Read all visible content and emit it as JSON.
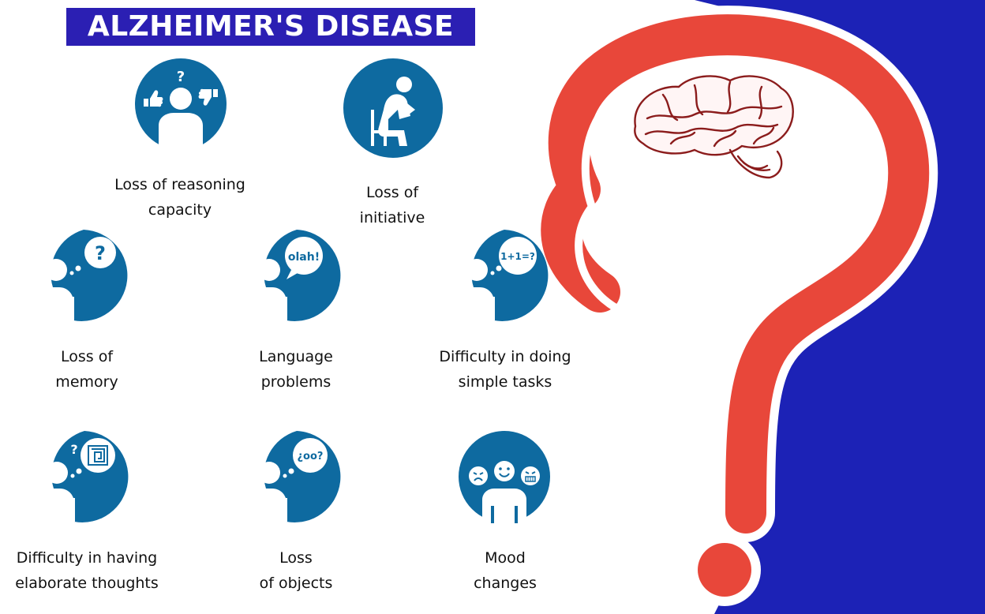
{
  "title": "ALZHEIMER'S DISEASE",
  "colors": {
    "title_bg": "#2b1fb3",
    "icon_blue": "#0e6aa0",
    "question_mark": "#e8473a",
    "right_panel": "#1c22b6",
    "brain": "#8b1c1c"
  },
  "items": [
    {
      "line1": "Loss of reasoning",
      "line2": "capacity",
      "icon": "reasoning-icon"
    },
    {
      "line1": "Loss of",
      "line2": "initiative",
      "icon": "thinker-icon"
    },
    {
      "line1": "Loss of",
      "line2": "memory",
      "icon": "question-thought-icon"
    },
    {
      "line1": "Language",
      "line2": "problems",
      "icon": "speech-bubble-icon",
      "bubble": "olah!"
    },
    {
      "line1": "Difficulty in doing",
      "line2": "simple tasks",
      "icon": "math-thought-icon",
      "bubble": "1+1=?"
    },
    {
      "line1": "Difficulty in having",
      "line2": "elaborate thoughts",
      "icon": "maze-thought-icon"
    },
    {
      "line1": "Loss",
      "line2": "of objects",
      "icon": "glasses-thought-icon",
      "bubble": "¿oo?"
    },
    {
      "line1": "Mood",
      "line2": "changes",
      "icon": "mood-faces-icon"
    }
  ]
}
